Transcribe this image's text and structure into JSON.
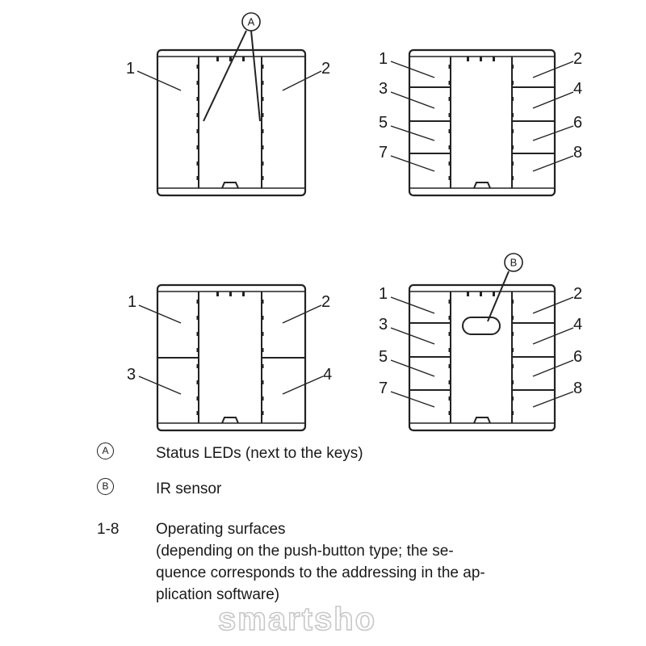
{
  "callouts": {
    "a": "A",
    "b": "B"
  },
  "panels": {
    "p1": {
      "labels": [
        "1",
        "2"
      ]
    },
    "p2": {
      "labels": [
        "1",
        "2",
        "3",
        "4",
        "5",
        "6",
        "7",
        "8"
      ]
    },
    "p3": {
      "labels": [
        "1",
        "2",
        "3",
        "4"
      ]
    },
    "p4": {
      "labels": [
        "1",
        "2",
        "3",
        "4",
        "5",
        "6",
        "7",
        "8"
      ]
    }
  },
  "legend": [
    {
      "key": "A",
      "key_style": "circle",
      "text": "Status LEDs (next to the keys)"
    },
    {
      "key": "B",
      "key_style": "circle",
      "text": "IR sensor"
    },
    {
      "key": "1-8",
      "key_style": "plain",
      "text": "Operating surfaces"
    }
  ],
  "legend_note": {
    "line1": "(depending on the push-button type; the se-",
    "line2": "quence corresponds to the addressing in the ap-",
    "line3": "plication software)"
  },
  "watermark": "smartsho"
}
